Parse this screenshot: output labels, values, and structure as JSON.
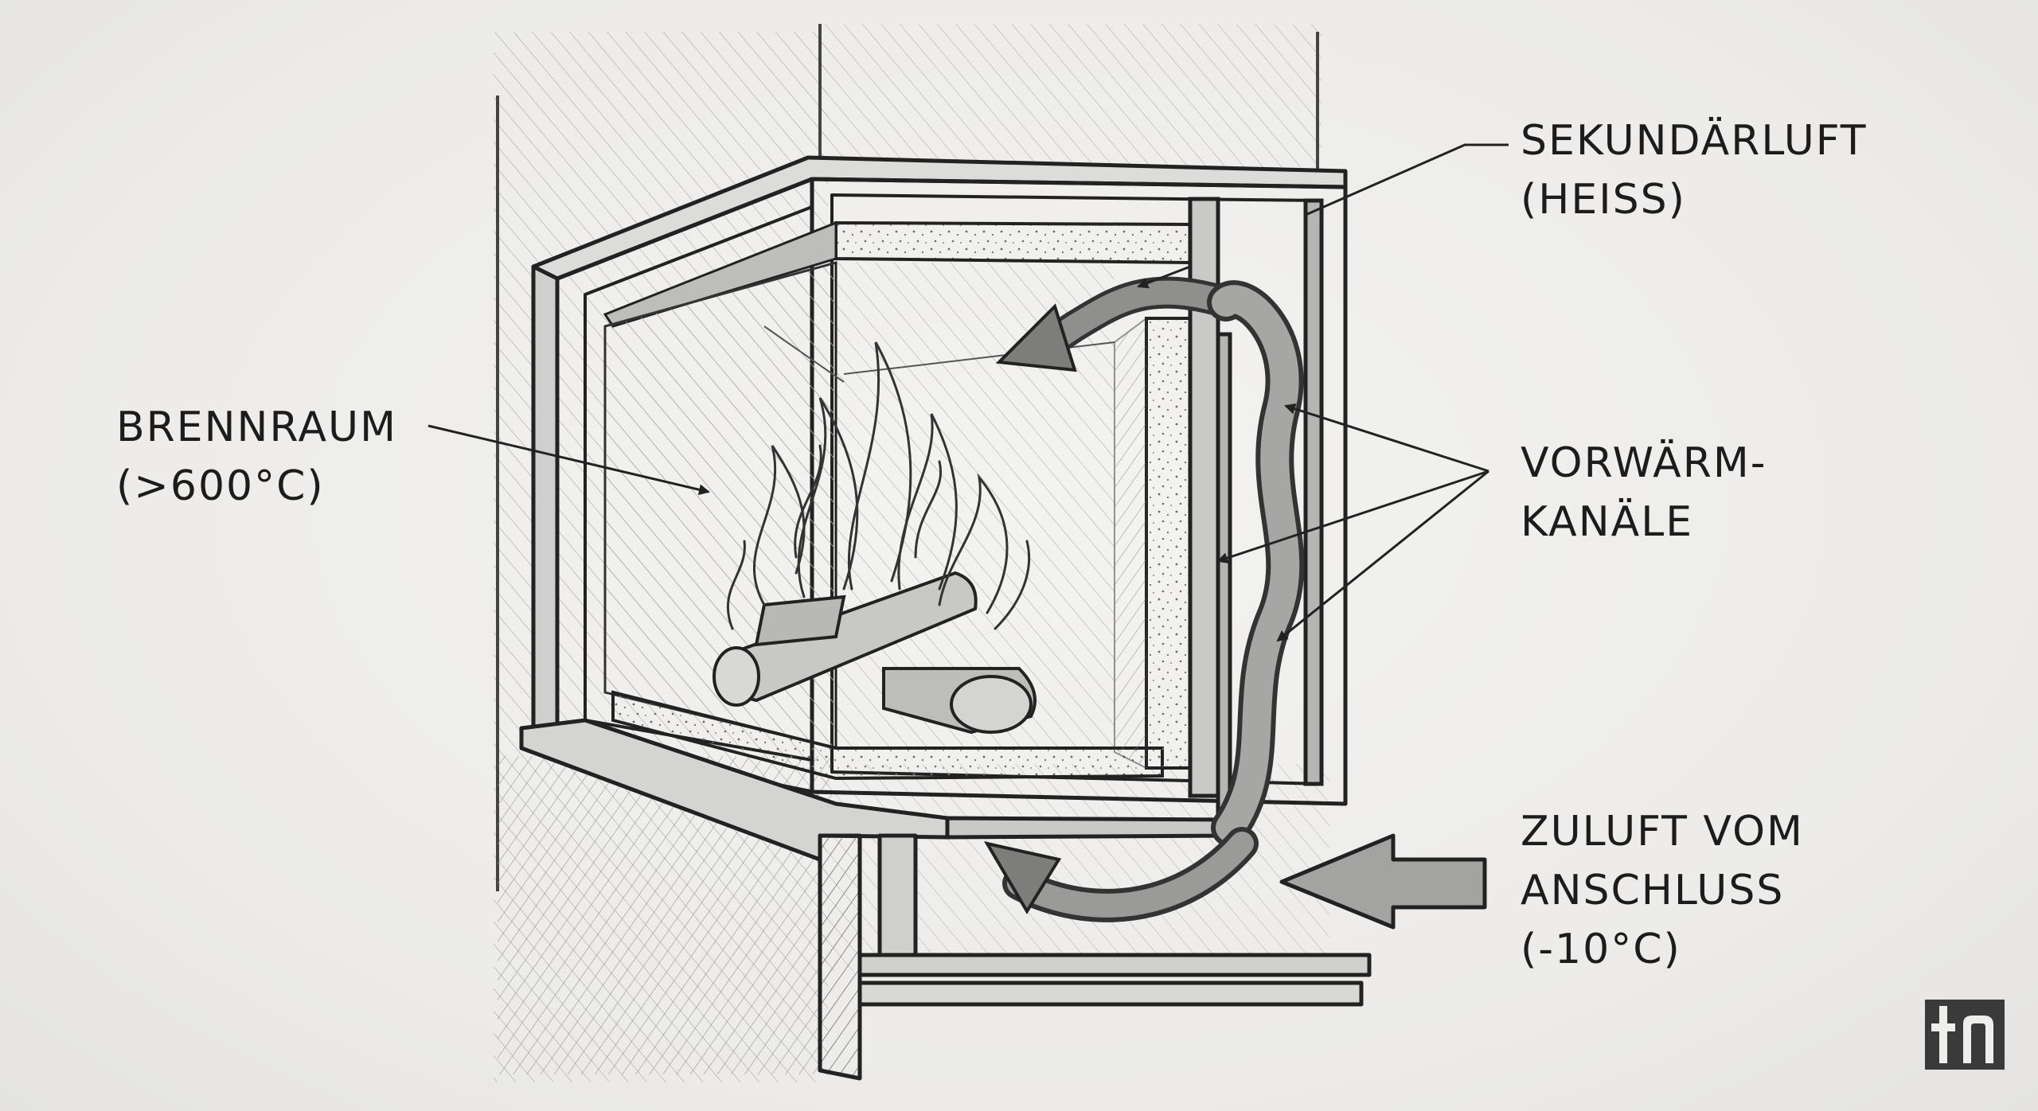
{
  "labels": {
    "brennraum": {
      "line1": "BRENNRAUM",
      "line2": "(>600°C)"
    },
    "sekundaerluft": {
      "line1": "SEKUNDÄRLUFT",
      "line2": "(HEISS)"
    },
    "vorwaerm": {
      "line1": "VORWÄRM-",
      "line2": "KANÄLE"
    },
    "zuluft": {
      "line1": "ZULUFT VOM",
      "line2": "ANSCHLUSS",
      "line3": "(-10°C)"
    }
  },
  "colors": {
    "paper": "#eeeeec",
    "graphite": "#2a2a2a",
    "shade": "#9a9a98",
    "logo": "#3a3a3a"
  },
  "icons": {
    "logo": "logo-mark"
  }
}
